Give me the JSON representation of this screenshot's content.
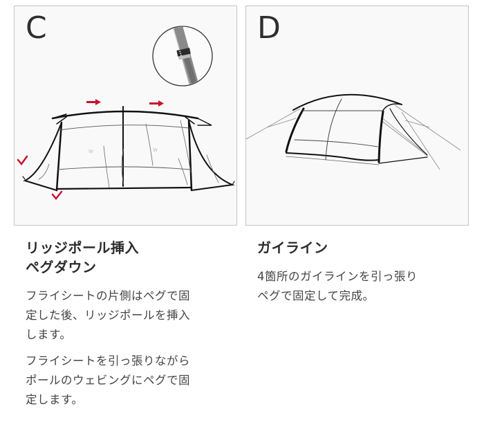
{
  "colors": {
    "panel_bg": "#f9f9f9",
    "panel_border": "#c4c4c4",
    "accent_red": "#c8102e",
    "text_dark": "#2b2b2b",
    "text_body": "#444444"
  },
  "steps": [
    {
      "letter": "C",
      "illustration": "ridge-pole-insertion-tent-front",
      "icons": [
        "red-arrow-right",
        "red-arrow-right",
        "red-checkmark",
        "red-checkmark",
        "pole-detail-magnifier"
      ],
      "title_lines": [
        "リッジポール挿入",
        "ペグダウン"
      ],
      "paragraphs": [
        [
          "フライシートの片側はペグで固",
          "定した後、リッジポールを挿入",
          "します。"
        ],
        [
          "フライシートを引っ張りながら",
          "ポールのウェビングにペグで固",
          "定します。"
        ]
      ]
    },
    {
      "letter": "D",
      "illustration": "tent-with-guylines-perspective",
      "icons": [],
      "title_lines": [
        "ガイライン"
      ],
      "paragraphs": [
        [
          "4箇所のガイラインを引っ張り",
          "ペグで固定して完成。"
        ]
      ]
    }
  ]
}
